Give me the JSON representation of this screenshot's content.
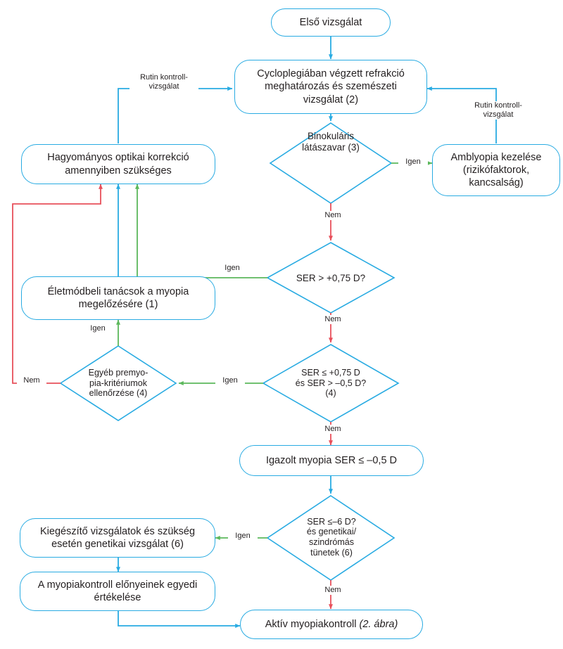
{
  "meta": {
    "title": "Myopia kezelési algoritmus folyamatábra",
    "language": "hu"
  },
  "colors": {
    "node_border": "#29abe2",
    "arrow_blue": "#29abe2",
    "arrow_green": "#5cb85c",
    "arrow_red": "#e8505b",
    "text": "#231f20",
    "background": "#ffffff"
  },
  "nodes": {
    "start": "Első vizsgálat",
    "cyclo": "Cycloplegiában végzett refrakció\nmeghatározás és szemészeti\nvizsgálat (2)",
    "binocular": "Binokuláris\nlátászavar (3)",
    "amblyopia": "Amblyopia kezelése\n(rizikófaktorok,\nkancsalság)",
    "optical": "Hagyományos optikai korrekció\namennyiben szükséges",
    "ser075": "SER > +0,75 D?",
    "lifestyle": "Életmódbeli tanácsok a myopia\nmegelőzésére (1)",
    "premyopia": "Egyéb premyo-\npia-kritériumok\nellenőrzése (4)",
    "ser_range": "SER ≤ +0,75 D\nés SER > –0,5 D?\n(4)",
    "confirmed": "Igazolt myopia SER ≤ –0,5 D",
    "ser6": "SER ≤–6 D?\nés genetikai/\nszindrómás\ntünetek (6)",
    "genetic": "Kiegészítő vizsgálatok és szükség\nesetén genetikai vizsgálat (6)",
    "benefits": "A myopiakontroll előnyeinek egyedi\nértékelése",
    "active_plain": "Aktív myopiakontroll ",
    "active_italic": "(2. ábra)"
  },
  "edge_labels": {
    "routine_left": "Rutin kontroll-\nvizsgálat",
    "routine_right": "Rutin kontroll-\nvizsgálat",
    "yes_binocular": "Igen",
    "no_binocular": "Nem",
    "yes_ser075": "Igen",
    "no_ser075": "Nem",
    "yes_premyopia": "Igen",
    "no_premyopia": "Nem",
    "yes_ser_range": "Igen",
    "no_ser_range": "Nem",
    "yes_ser6": "Igen",
    "no_ser6": "Nem"
  }
}
